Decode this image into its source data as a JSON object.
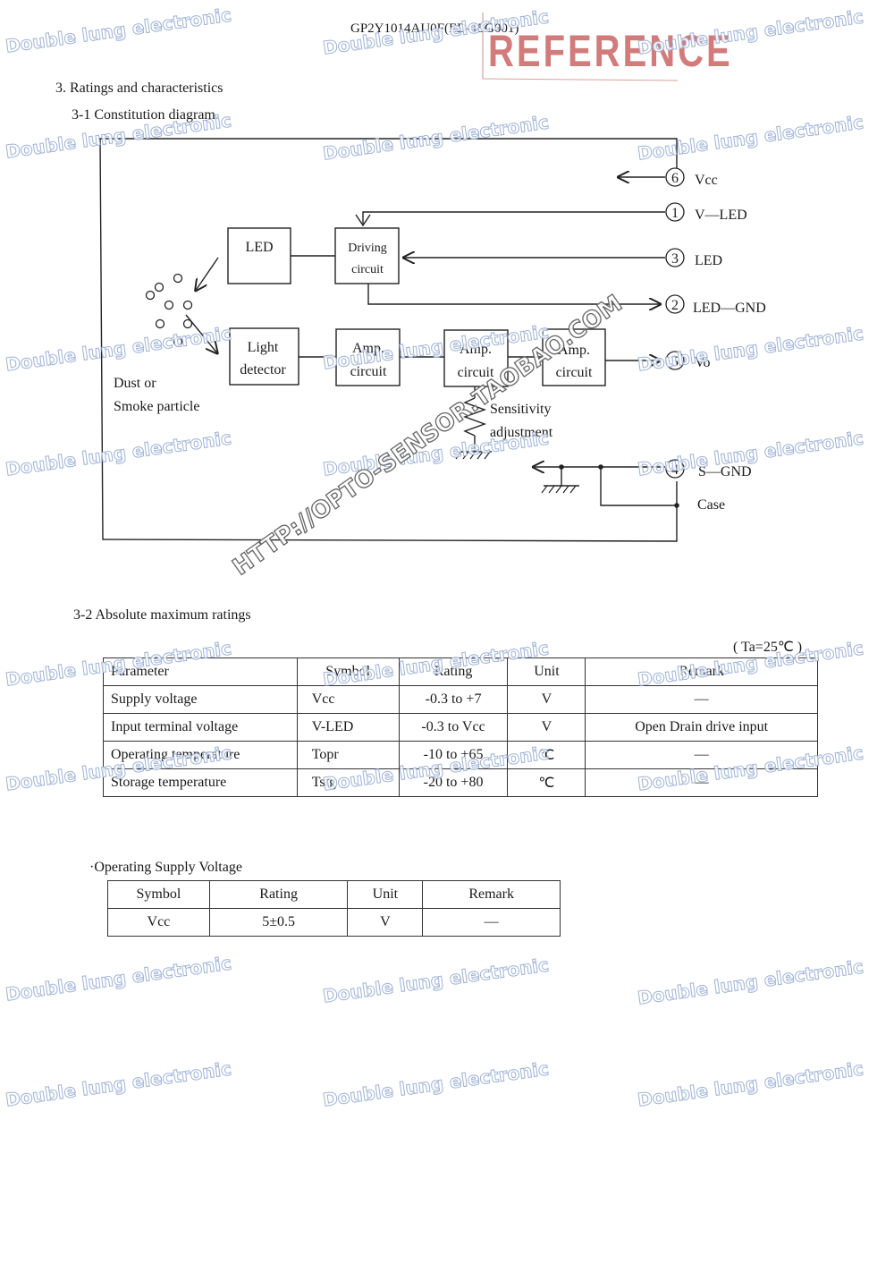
{
  "header": {
    "doc_code": "GP2Y1014AU0F(ED-15G001)",
    "stamp": "REFERENCE"
  },
  "section": {
    "title": "3.   Ratings and characteristics",
    "diagram_title": "3-1 Constitution diagram"
  },
  "diagram": {
    "blocks": {
      "led": "LED",
      "driving_1": "Driving",
      "driving_2": "circuit",
      "light_1": "Light",
      "light_2": "detector",
      "amp1_1": "Amp.",
      "amp1_2": "circuit",
      "amp2_1": "Amp.",
      "amp2_2": "circuit",
      "amp3_1": "Amp.",
      "amp3_2": "circuit"
    },
    "dust_1": "Dust or",
    "dust_2": "Smoke particle",
    "sens_1": "Sensitivity",
    "sens_2": "adjustment",
    "pins": [
      {
        "num": "6",
        "label": "Vcc"
      },
      {
        "num": "1",
        "label": "V—LED"
      },
      {
        "num": "3",
        "label": "LED"
      },
      {
        "num": "2",
        "label": "LED—GND"
      },
      {
        "num": "5",
        "label": "Vo"
      },
      {
        "num": "4",
        "label": "S—GND"
      }
    ],
    "case_label": "Case"
  },
  "abs_ratings": {
    "title": "3-2 Absolute maximum ratings",
    "condition": "( Ta=25℃ )",
    "headers": [
      "Parameter",
      "Symbol",
      "Rating",
      "Unit",
      "Remark"
    ],
    "rows": [
      [
        "Supply voltage",
        "Vcc",
        "-0.3  to   +7",
        "V",
        "—"
      ],
      [
        "Input terminal voltage",
        "V-LED",
        "-0.3  to  Vcc",
        "V",
        "Open Drain drive input"
      ],
      [
        "Operating temperature",
        "Topr",
        "-10  to  +65",
        "℃",
        "—"
      ],
      [
        "Storage temperature",
        "Tstg",
        "-20  to  +80",
        "℃",
        "—"
      ]
    ]
  },
  "op_voltage": {
    "title": "·Operating Supply Voltage",
    "headers": [
      "Symbol",
      "Rating",
      "Unit",
      "Remark"
    ],
    "row": [
      "Vcc",
      "5±0.5",
      "V",
      "—"
    ]
  },
  "watermarks": {
    "text": "Double lung electronic",
    "url": "HTTP://OPTO-SENSOR.TAOBAO.COM"
  }
}
